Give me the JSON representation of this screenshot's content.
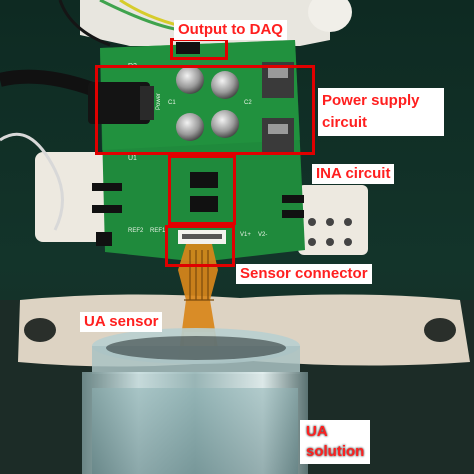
{
  "labels": {
    "output_to_daq": "Output to DAQ",
    "power_supply": "Power supply circuit",
    "ina_circuit": "INA circuit",
    "sensor_connector": "Sensor connector",
    "ua_sensor": "UA sensor",
    "ua_solution_line1": "UA",
    "ua_solution_line2": "solution"
  },
  "pcb_silkscreen": {
    "d2": "D2",
    "u1": "U1",
    "c1": "C1",
    "c2": "C2",
    "ref1": "REF1",
    "ref2": "REF2",
    "v1": "V1+",
    "v2": "V2-",
    "power": "Power"
  },
  "colors": {
    "annotation": "#ff1f1f",
    "box": "#e00000",
    "pcb": "#1f8a3c",
    "sensor": "#d8861a"
  }
}
